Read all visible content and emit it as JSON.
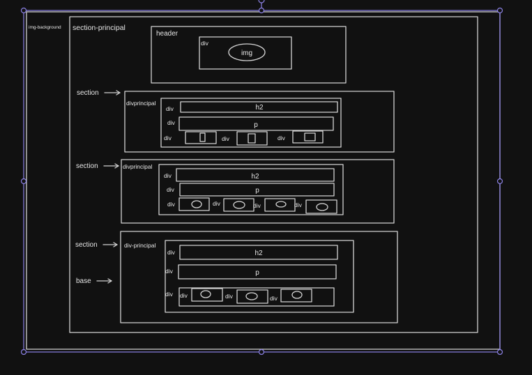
{
  "diagram": {
    "img_background": "img-background",
    "section_principal": "section-principal",
    "header": {
      "label": "header",
      "div": "div",
      "img": "img"
    },
    "sections": [
      {
        "arrow_label": "section",
        "container": "divprincipal",
        "row_h2": {
          "div": "div",
          "text": "h2"
        },
        "row_p": {
          "div": "div",
          "text": "p"
        },
        "cards": [
          "div",
          "div",
          "div"
        ]
      },
      {
        "arrow_label": "section",
        "container": "divprincipal",
        "row_h2": {
          "div": "div",
          "text": "h2"
        },
        "row_p": {
          "div": "div",
          "text": "p"
        },
        "cards": [
          "div",
          "div",
          "div",
          "div"
        ]
      },
      {
        "arrow_label": "section",
        "container": "div-principal",
        "row_h2": {
          "div": "div",
          "text": "h2"
        },
        "row_p": {
          "div": "div",
          "text": "p"
        },
        "cards": [
          "div",
          "div",
          "div",
          "div"
        ]
      }
    ],
    "base_label": "base"
  },
  "colors": {
    "background": "#111111",
    "stroke": "#d4d4d4",
    "selection": "#8c82e6"
  }
}
